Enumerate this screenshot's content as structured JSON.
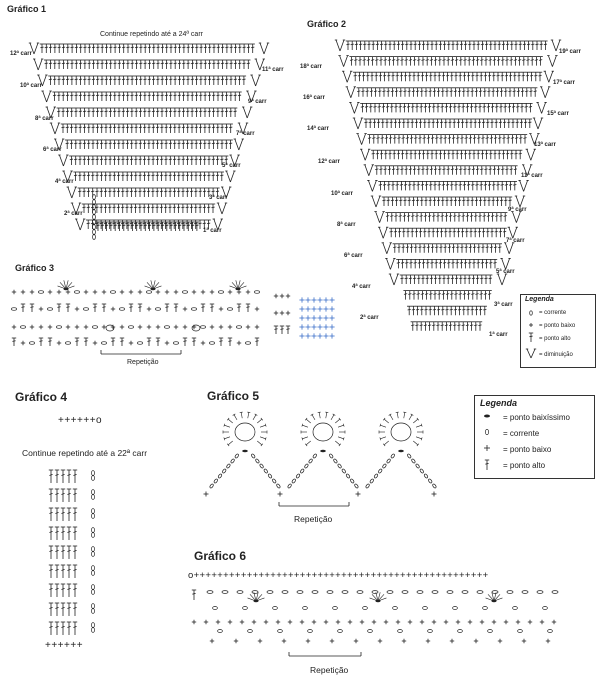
{
  "g1": {
    "title": "Gráfico 1",
    "note": "Continue repetindo até a 24ª carr",
    "rows_left": [
      "12ª carr",
      "10ª carr",
      "8ª carr",
      "6ª carr",
      "4ª carr",
      "2ª carr"
    ],
    "rows_right": [
      "11ª carr",
      "9ª carr",
      "7ª carr",
      "5ª carr",
      "3ª carr",
      "1ª carr"
    ]
  },
  "g2": {
    "title": "Gráfico 2",
    "rows_right_top": [
      "19ª carr",
      "17ª carr",
      "15ª carr",
      "13ª carr",
      "11ª carr",
      "9ª carr",
      "7ª carr",
      "5ª carr",
      "3ª carr",
      "1ª carr"
    ],
    "rows_left": [
      "18ª carr",
      "16ª carr",
      "14ª carr",
      "12ª carr",
      "10ª carr",
      "8ª carr",
      "6ª carr",
      "4ª carr",
      "2ª carr"
    ]
  },
  "g3": {
    "title": "Gráfico 3",
    "repeat": "Repetição"
  },
  "legend_small": {
    "title": "Legenda",
    "items": [
      "= corrente",
      "= ponto baixo",
      "= ponto alto",
      "= diminuição"
    ]
  },
  "g4": {
    "title": "Gráfico 4",
    "top_row": "++++++o",
    "note": "Continue repetindo até a 22ª carr",
    "bottom_row": "++++++"
  },
  "g5": {
    "title": "Gráfico 5",
    "repeat": "Repetição"
  },
  "legend_big": {
    "title": "Legenda",
    "items": [
      "= ponto baixíssimo",
      "= corrente",
      "= ponto baixo",
      "= ponto alto"
    ]
  },
  "g6": {
    "title": "Gráfico 6",
    "top_row": "o++++++++++++++++++++++++++++++++++++++++++++++++++",
    "repeat": "Repetição"
  },
  "colors": {
    "ink": "#222222",
    "grid_blue": "#3b6fc9"
  }
}
